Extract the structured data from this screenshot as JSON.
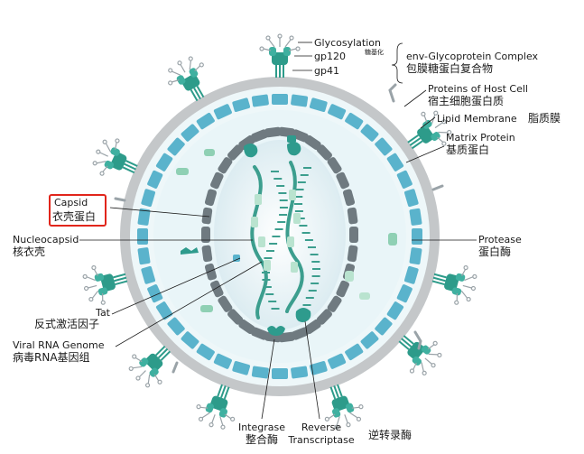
{
  "labels": {
    "glycosylation": "Glycosylation",
    "glycosylation_cn": "糖基化",
    "gp120": "gp120",
    "gp41": "gp41",
    "env_complex_en": "env-Glycoprotein Complex",
    "env_complex_cn": "包膜糖蛋白复合物",
    "host_proteins_en": "Proteins of Host Cell",
    "host_proteins_cn": "宿主细胞蛋白质",
    "lipid_membrane_en": "Lipid Membrane",
    "lipid_membrane_cn": "脂质膜",
    "matrix_en": "Matrix Protein",
    "matrix_cn": "基质蛋白",
    "capsid_en": "Capsid",
    "capsid_cn": "衣壳蛋白",
    "nucleocapsid_en": "Nucleocapsid",
    "nucleocapsid_cn": "核衣壳",
    "protease_en": "Protease",
    "protease_cn": "蛋白酶",
    "tat_en": "Tat",
    "tat_cn": "反式激活因子",
    "rna_en": "Viral RNA Genome",
    "rna_cn": "病毒RNA基因组",
    "integrase_en": "Integrase",
    "integrase_cn": "整合酶",
    "rt_en_1": "Reverse",
    "rt_en_2": "Transcriptase",
    "rt_cn": "逆转录酶"
  },
  "colors": {
    "membrane_gray": "#c4c7c9",
    "matrix_blue": "#5ab3cc",
    "capsid_gray": "#6f7a80",
    "teal": "#2d9b8a",
    "light_green": "#b9e3cf",
    "interior": "#e9f5f8",
    "highlight": "#e1251b"
  }
}
